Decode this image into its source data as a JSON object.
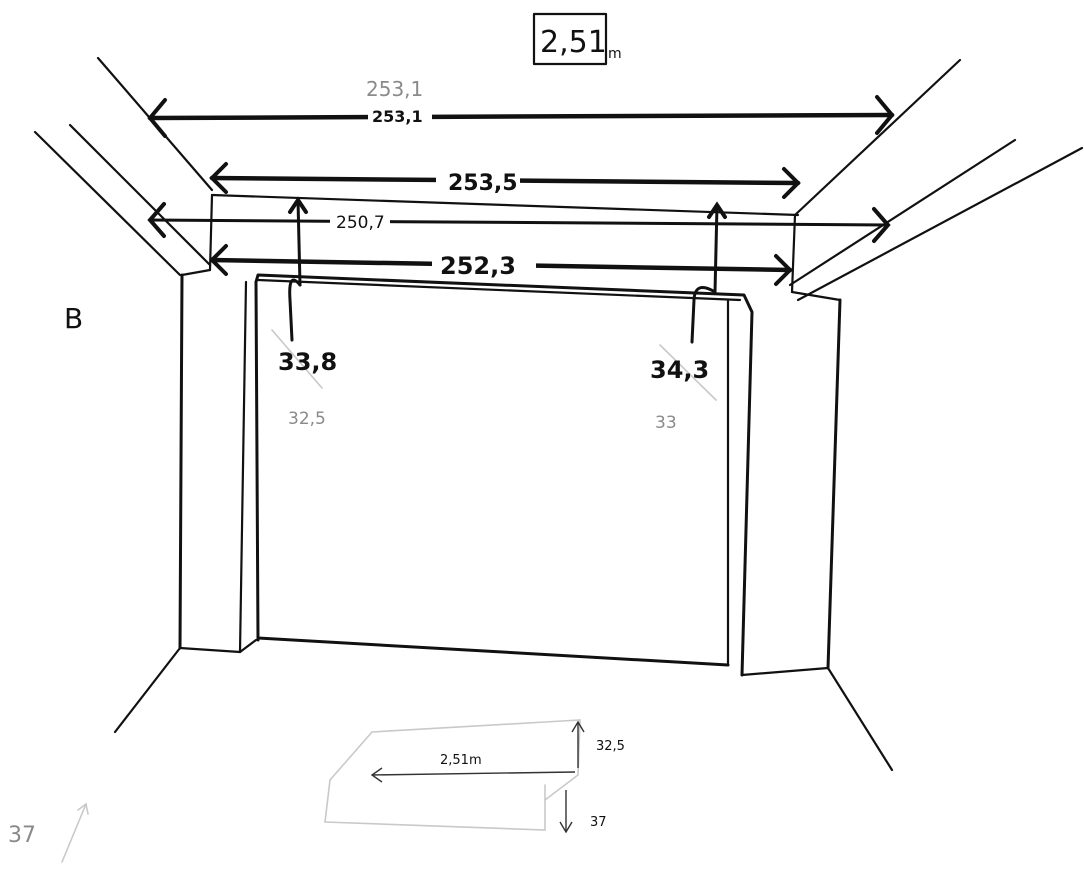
{
  "title_box": {
    "value": "2,51",
    "unit": "m"
  },
  "label_b": "B",
  "measurements": {
    "top_width_pencil": "253,1",
    "top_width_ink": "253,1",
    "ceiling_back_width": "253,5",
    "middle_width": "250,7",
    "lower_width": "252,3",
    "left_drop": "33,8",
    "left_drop_pencil": "32,5",
    "right_drop": "34,3",
    "right_drop_pencil": "33"
  },
  "beam_sketch": {
    "length": "2,51m",
    "height": "32,5",
    "depth": "37"
  },
  "corner_note": "37"
}
